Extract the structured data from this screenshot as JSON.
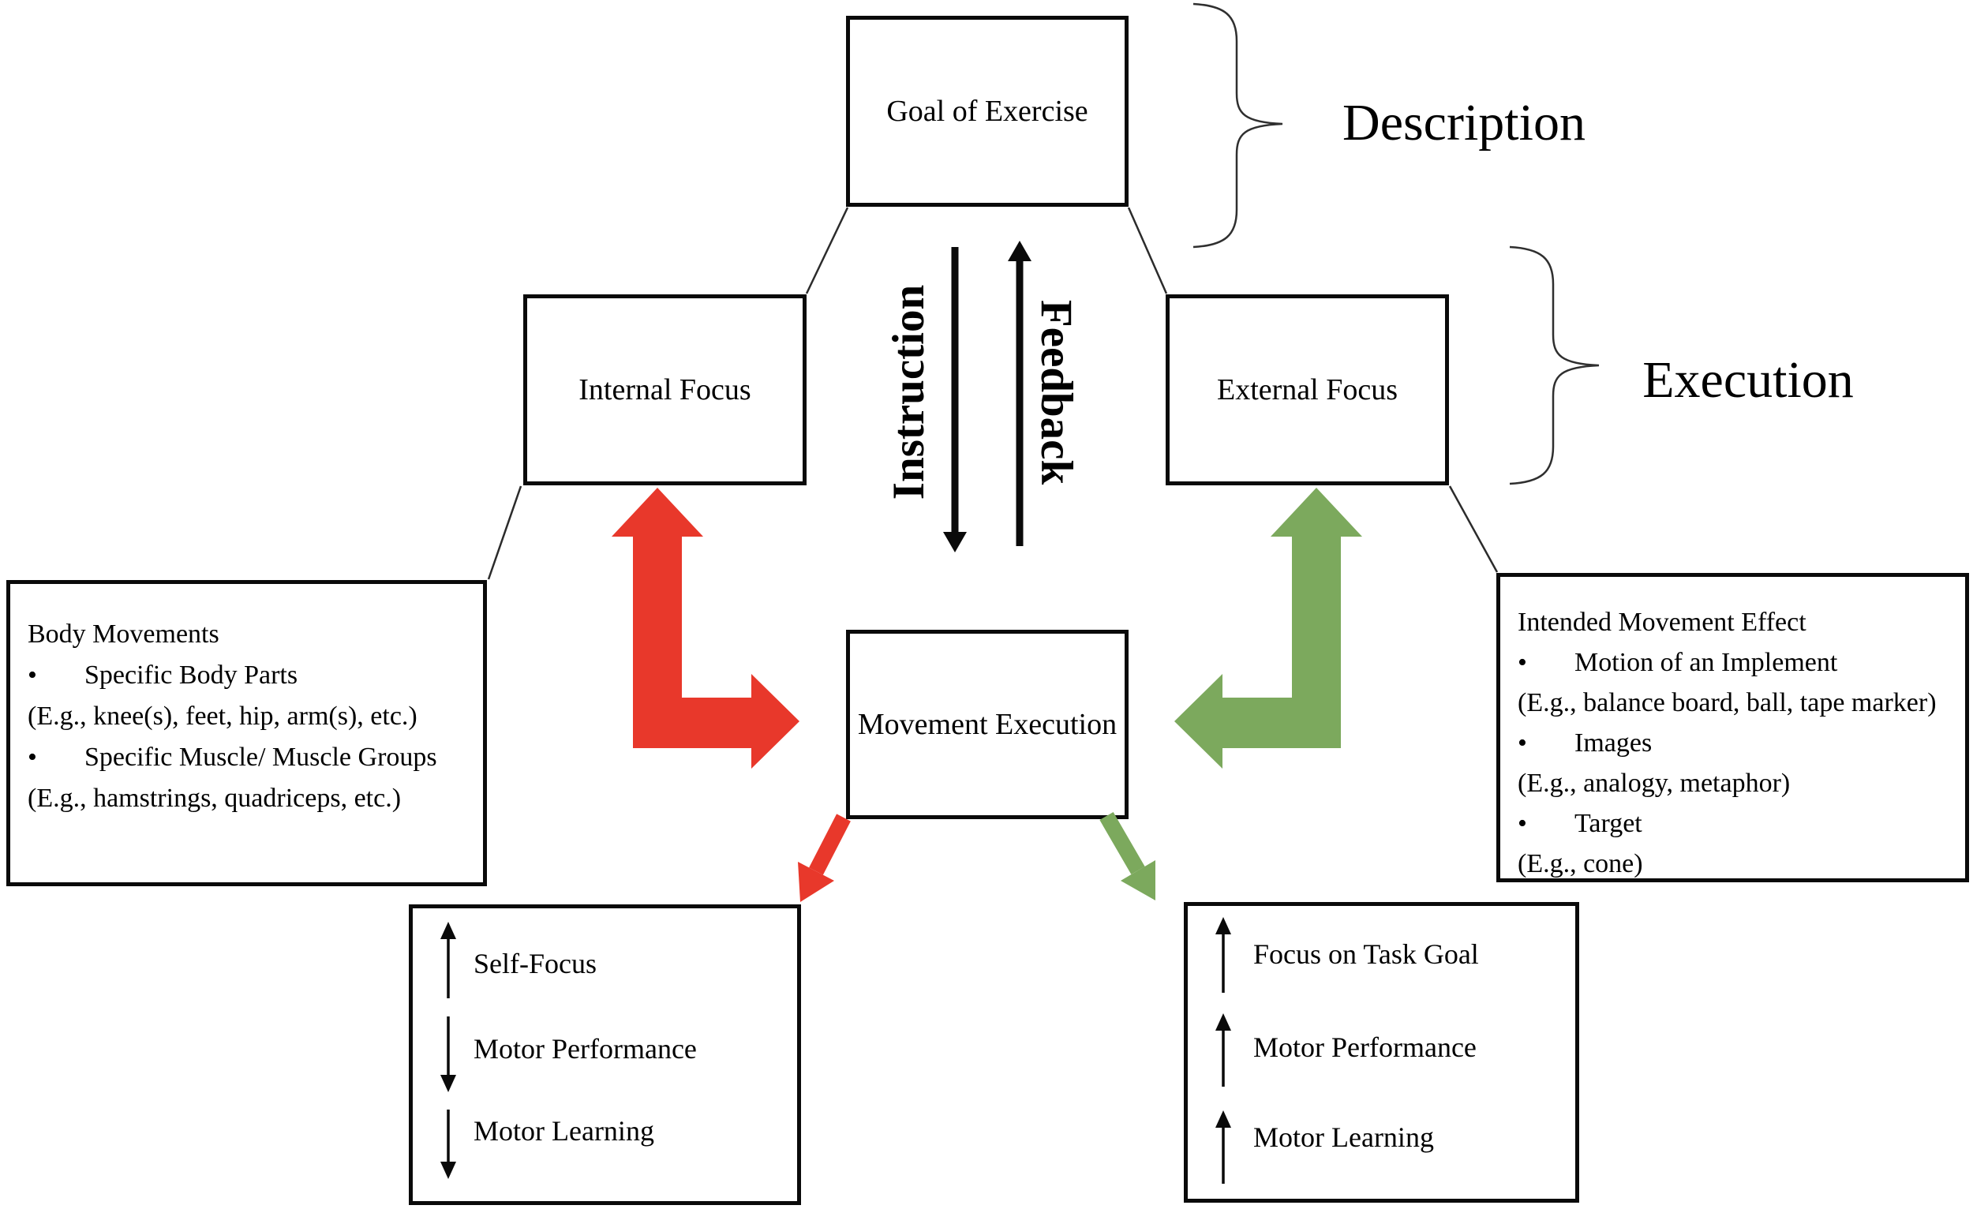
{
  "sections": {
    "description": "Description",
    "execution": "Execution"
  },
  "flows": {
    "instruction": "Instruction",
    "instruction_direction": "down",
    "feedback": "Feedback",
    "feedback_direction": "up"
  },
  "bullet": "•",
  "colors": {
    "internal_arrow": "#E8382B",
    "external_arrow": "#7CA95D",
    "line": "#000000"
  },
  "boxes": {
    "goal": "Goal of Exercise",
    "internal": "Internal Focus",
    "external": "External Focus",
    "movement": "Movement Execution"
  },
  "body_movements": {
    "title": "Body Movements",
    "bullet_1": "Specific Body Parts",
    "example_1": "(E.g., knee(s), feet, hip, arm(s), etc.)",
    "bullet_2": "Specific Muscle/ Muscle Groups",
    "example_2": "(E.g., hamstrings, quadriceps, etc.)"
  },
  "intended_effect": {
    "title": "Intended Movement Effect",
    "bullet_1": "Motion of an Implement",
    "example_1": "(E.g., balance board, ball, tape marker)",
    "bullet_2": "Images",
    "example_2": "(E.g., analogy, metaphor)",
    "bullet_3": "Target",
    "example_3": "(E.g., cone)"
  },
  "internal_outcomes": {
    "items": [
      {
        "label": "Self-Focus",
        "direction": "up"
      },
      {
        "label": "Motor Performance",
        "direction": "down"
      },
      {
        "label": "Motor Learning",
        "direction": "down"
      }
    ]
  },
  "external_outcomes": {
    "items": [
      {
        "label": "Focus on Task Goal",
        "direction": "up"
      },
      {
        "label": "Motor Performance",
        "direction": "up"
      },
      {
        "label": "Motor Learning",
        "direction": "up"
      }
    ]
  }
}
